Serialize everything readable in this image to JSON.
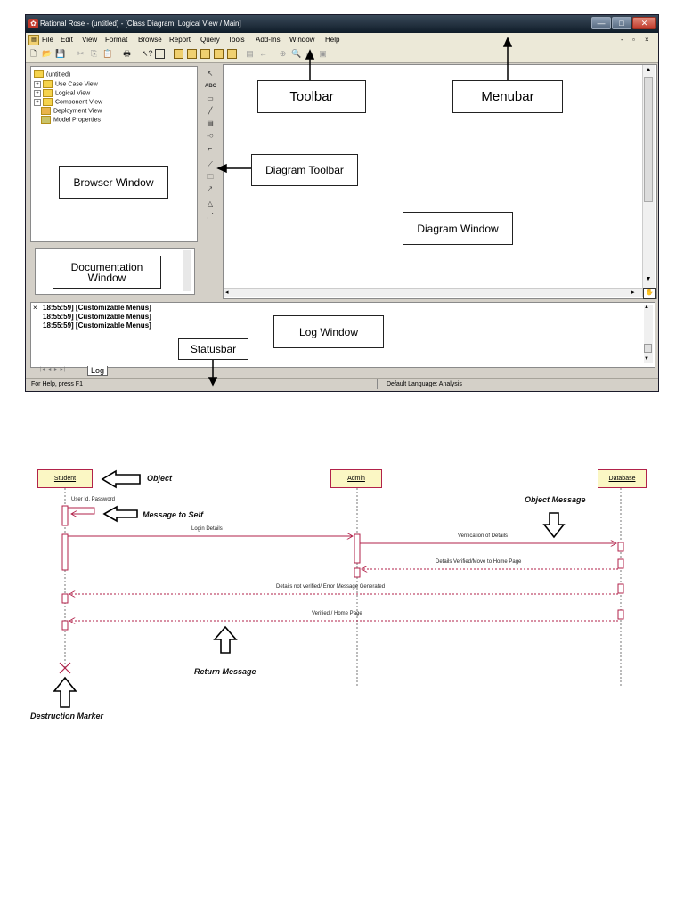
{
  "window": {
    "title": "Rational Rose - (untitled) - [Class Diagram: Logical View / Main]",
    "controls": {
      "minimize": "—",
      "maximize": "□",
      "close": "✕"
    }
  },
  "menubar": {
    "items": [
      "File",
      "Edit",
      "View",
      "Format",
      "Browse",
      "Report",
      "Query",
      "Tools",
      "Add-Ins",
      "Window",
      "Help"
    ],
    "mdi_controls": {
      "minimize": "-",
      "restore": "▫",
      "close": "×"
    }
  },
  "toolbar": {
    "icons": [
      "new-icon",
      "open-icon",
      "save-icon",
      "cut-icon",
      "copy-icon",
      "paste-icon",
      "print-icon",
      "context-help-icon",
      "view-doc-icon",
      "browse-class-icon",
      "browse-usecase-icon",
      "browse-component-icon",
      "browse-deployment-icon",
      "browse-sequence-icon",
      "browse-parent-icon",
      "browse-previous-icon",
      "zoom-in-icon",
      "zoom-out-icon",
      "fit-window-icon",
      "undo-fit-icon"
    ]
  },
  "browser": {
    "root": "(untitled)",
    "items": [
      "Use Case View",
      "Logical View",
      "Component View",
      "Deployment View",
      "Model Properties"
    ]
  },
  "diagram_toolbar": {
    "icons": [
      "selection-icon",
      "text-icon",
      "note-icon",
      "anchor-note-icon",
      "class-icon",
      "interface-icon",
      "unidirectional-association-icon",
      "association-class-icon",
      "package-icon",
      "dependency-icon",
      "generalization-icon",
      "realize-icon"
    ],
    "text_tool_label": "ABC"
  },
  "log": {
    "lines": [
      "18:55:59]  [Customizable Menus]",
      "18:55:59]  [Customizable Menus]",
      "18:55:59]  [Customizable Menus]"
    ],
    "tab_label": "Log",
    "close_glyph": "×"
  },
  "statusbar": {
    "help_text": "For Help, press F1",
    "language_text": "Default Language: Analysis"
  },
  "callouts": {
    "toolbar": "Toolbar",
    "menubar": "Menubar",
    "diagram_toolbar": "Diagram Toolbar",
    "browser_window": "Browser Window",
    "diagram_window": "Diagram Window",
    "documentation_window": "Documentation Window",
    "log_window": "Log Window",
    "statusbar": "Statusbar"
  },
  "sequence": {
    "lifelines": [
      "Student",
      "Admin",
      "Database"
    ],
    "messages": [
      "User Id, Password",
      "Login Details",
      "Verification of Details",
      "Details Verified/Move to Home Page",
      "Details not verified/ Error Message Generated",
      "Verified / Home Page"
    ],
    "annotations": {
      "object": "Object",
      "message_to_self": "Message to Self",
      "object_message": "Object Message",
      "return_message": "Return Message",
      "destruction_marker": "Destruction Marker"
    },
    "colors": {
      "line": "#b2224a",
      "box_fill": "#fbf7c4"
    }
  }
}
